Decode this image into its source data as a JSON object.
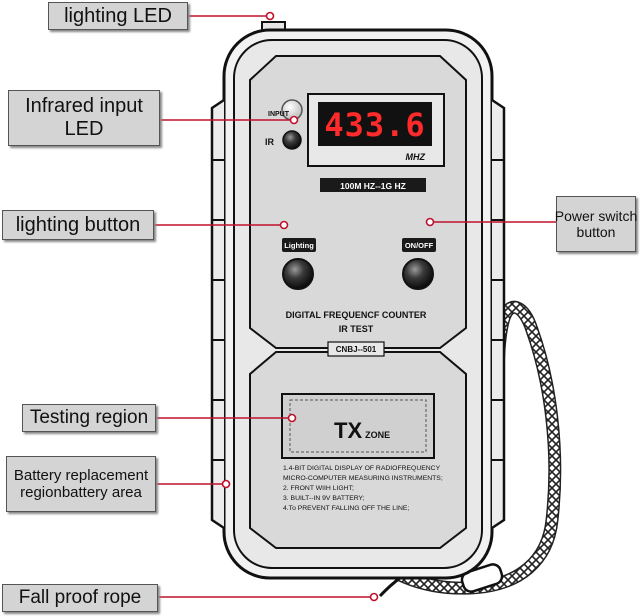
{
  "labels": {
    "lighting_led": "lighting LED",
    "infrared_line1": "Infrared input",
    "infrared_line2": "LED",
    "lighting_button": "lighting button",
    "power_switch_line1": "Power switch",
    "power_switch_line2": "button",
    "testing_region": "Testing region",
    "battery_line1": "Battery replacement",
    "battery_line2": "regionbattery area",
    "fall_proof": "Fall proof rope"
  },
  "device": {
    "input_label": "INPUT",
    "ir_label": "IR",
    "display_value": "433.6",
    "display_unit": "MHZ",
    "range": "100M HZ--1G HZ",
    "lighting_button_label": "Lighting",
    "onoff_button_label": "ON/OFF",
    "title_line1": "DIGITAL FREQUENCF COUNTER",
    "title_line2": "IR TEST",
    "model": "CNBJ--501",
    "tx_main": "TX",
    "tx_sub": "ZONE",
    "notes": [
      "1.4-BIT DIGITAL DISPLAY OF RADIOFREQUENCY",
      "MICRO-COMPUTER MEASURING INSTRUMENTS;",
      "2. FRONT WIIH LIGHT;",
      "3. BUILT--IN 9V BATTERY;",
      "4.To PREVENT FALLING OFF THE LINE;"
    ]
  },
  "colors": {
    "body": "#d9d9d9",
    "display_bg": "#111111",
    "digits": "#ff2a2a",
    "leader": "#c0102a",
    "callout_bg": "#d4d4d4"
  }
}
